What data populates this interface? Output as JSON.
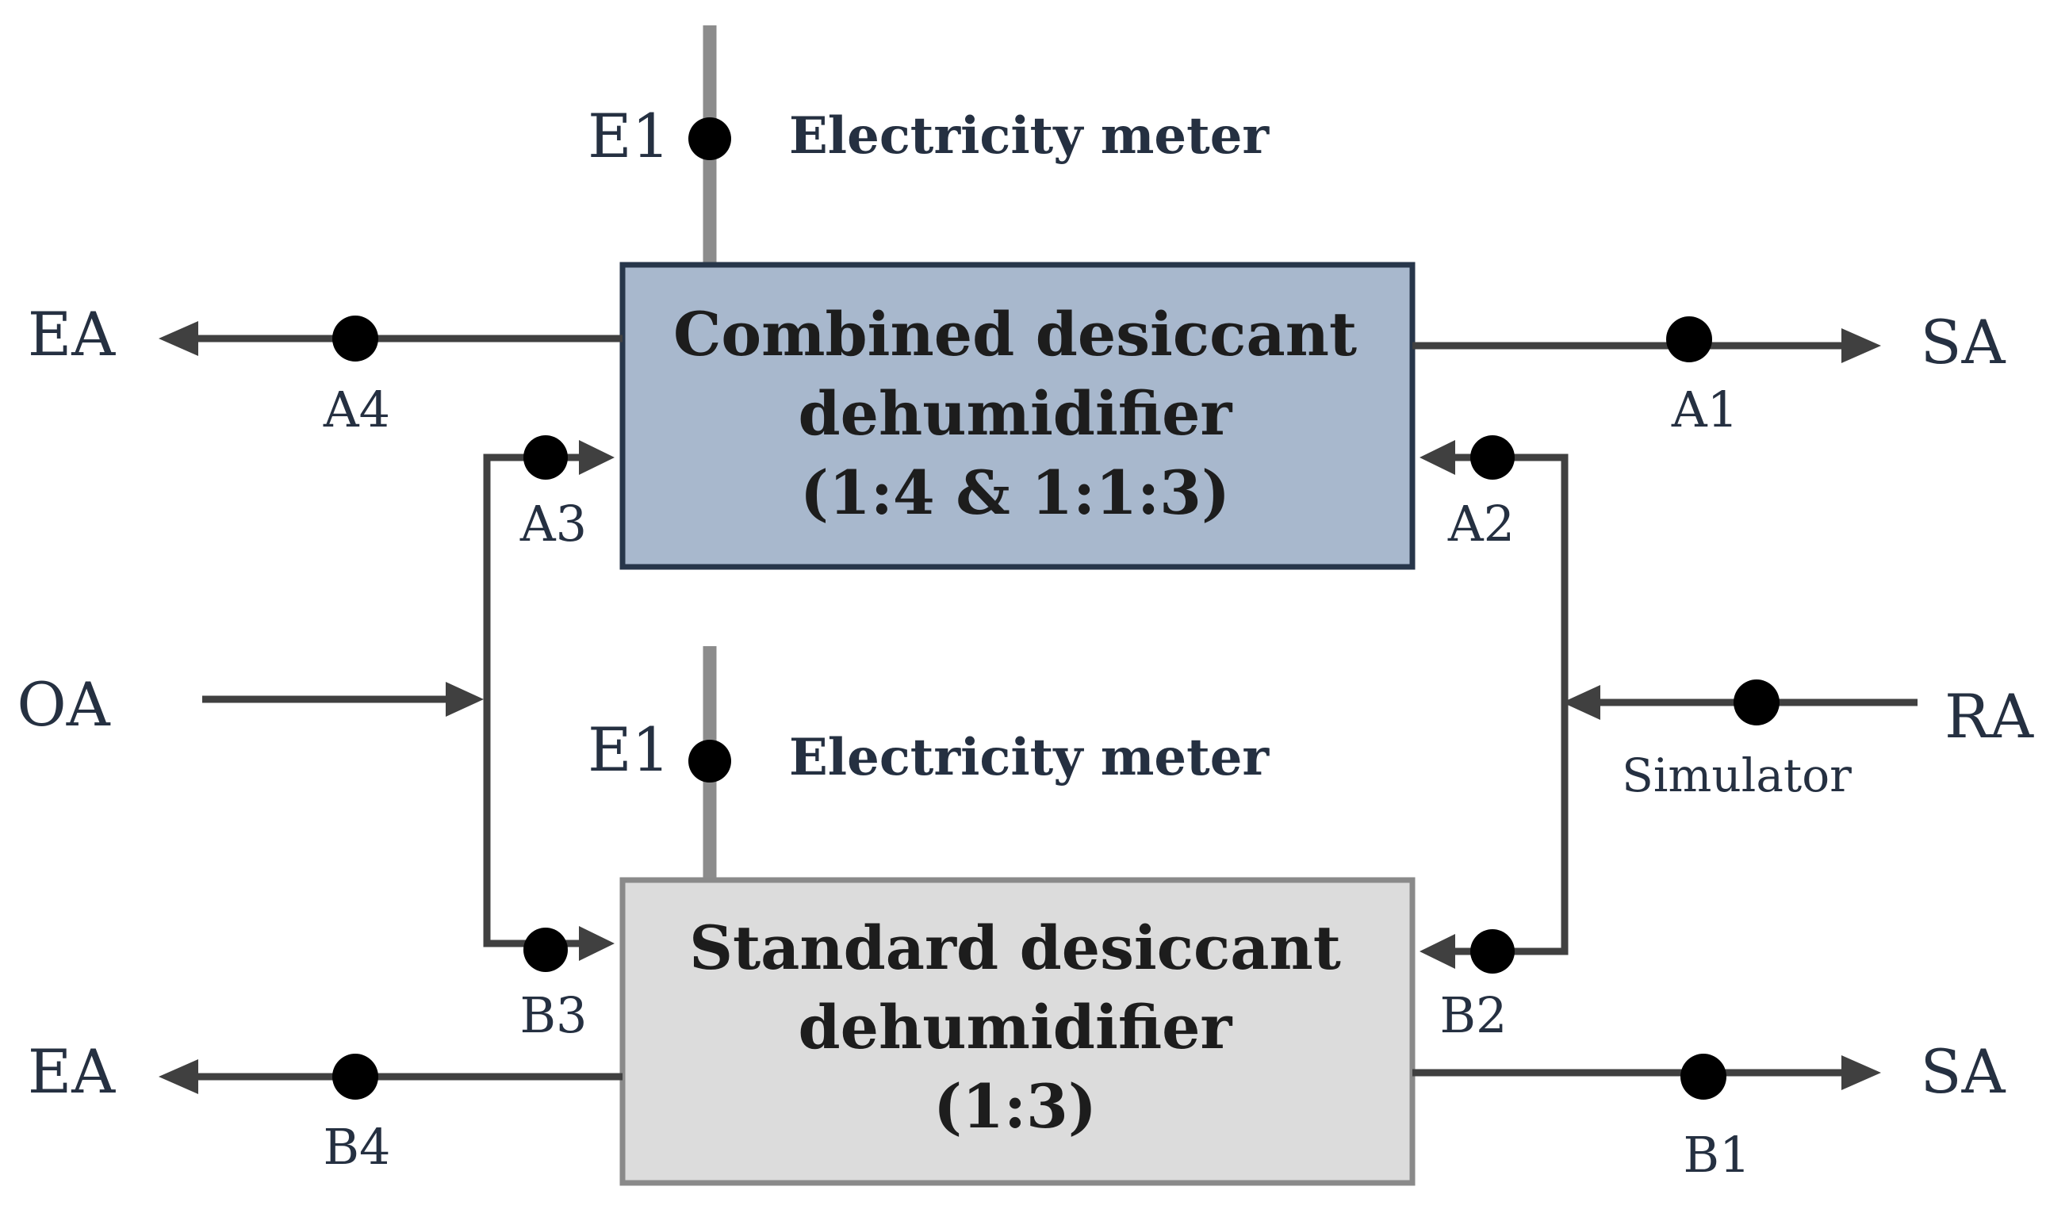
{
  "colors": {
    "combined_box_fill": "#a8b8cd",
    "combined_box_stroke": "#27364a",
    "standard_box_fill": "#dcdcdc",
    "standard_box_stroke": "#8a8a8a",
    "line": "#404040",
    "electric_line": "#8c8c8c",
    "text": "#253041"
  },
  "combined_unit": {
    "line1": "Combined desiccant",
    "line2": "dehumidifier",
    "line3": "(1:4 & 1:1:3)"
  },
  "standard_unit": {
    "line1": "Standard desiccant",
    "line2": "dehumidifier",
    "line3": "(1:3)"
  },
  "meters": {
    "top": {
      "point": "E1",
      "label": "Electricity meter"
    },
    "bottom": {
      "point": "E1",
      "label": "Electricity meter"
    }
  },
  "streams": {
    "ea_top": "EA",
    "sa_top": "SA",
    "oa": "OA",
    "ra": "RA",
    "ea_bottom": "EA",
    "sa_bottom": "SA"
  },
  "points": {
    "a1": "A1",
    "a2": "A2",
    "a3": "A3",
    "a4": "A4",
    "b1": "B1",
    "b2": "B2",
    "b3": "B3",
    "b4": "B4"
  },
  "simulator": "Simulator"
}
